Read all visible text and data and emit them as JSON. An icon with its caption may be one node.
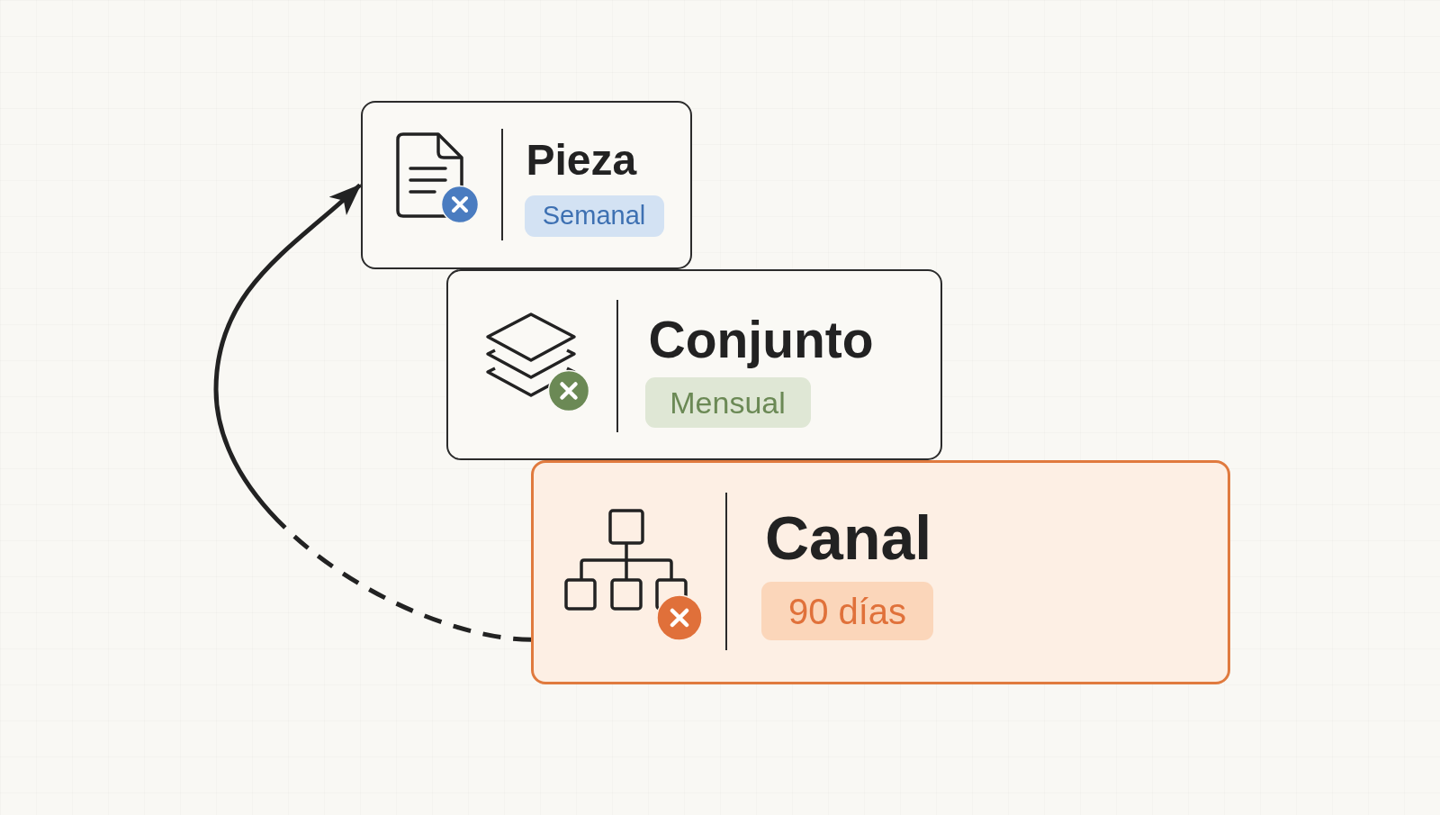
{
  "diagram": {
    "nodes": [
      {
        "text": [
          "Pieza"
        ]
      },
      {
        "text": [
          "Semanal"
        ],
        "in": 0
      },
      {
        "text": [
          "Conjunto"
        ]
      },
      {
        "text": [
          "Mensual"
        ],
        "in": 2
      },
      {
        "text": [
          "Canal"
        ]
      },
      {
        "text": [
          "90 días"
        ],
        "in": 4
      }
    ],
    "edges": [
      {
        "from": 4,
        "to": 0,
        "arrow": "to",
        "style": "dashed"
      }
    ]
  }
}
